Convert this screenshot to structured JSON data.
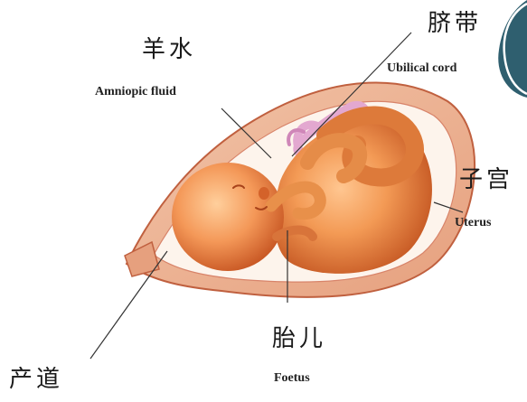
{
  "colors": {
    "background": "#ffffff",
    "uterus_wall": "#e6a07e",
    "uterus_outline": "#c0603f",
    "fluid": "#fdf4ec",
    "foetus_light": "#f6a060",
    "foetus_dark": "#c8521e",
    "cord": "#e3a8d0",
    "corner_badge": "#2f5f6f",
    "label_text": "#1a1a1a",
    "leader_line": "#333333"
  },
  "labels": {
    "amniotic_zh": "羊水",
    "amniotic_en": "Amniopic fluid",
    "cord_zh": "脐带",
    "cord_en": "Ubilical cord",
    "uterus_zh": "子宫",
    "uterus_en": "Uterus",
    "foetus_zh": "胎儿",
    "foetus_en": "Foetus",
    "birth_canal_zh": "产道"
  }
}
